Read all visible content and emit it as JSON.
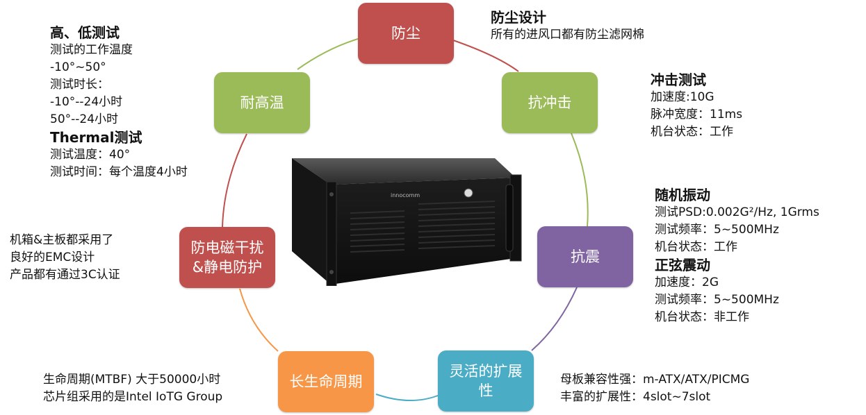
{
  "center": {
    "brand": "innocomm",
    "image": "4U rackmount industrial PC chassis"
  },
  "nodes": [
    {
      "id": "dust",
      "label": "防尘",
      "color": "#c0504d"
    },
    {
      "id": "shock",
      "label": "抗冲击",
      "color": "#9bbb59"
    },
    {
      "id": "vib",
      "label": "抗震",
      "color": "#8064a2"
    },
    {
      "id": "exp",
      "label": "灵活的扩展\n性",
      "color": "#4bacc6"
    },
    {
      "id": "life",
      "label": "长生命周期",
      "color": "#f79646"
    },
    {
      "id": "emc",
      "label": "防电磁干扰\n&静电防护",
      "color": "#c0504d"
    },
    {
      "id": "temp",
      "label": "耐高温",
      "color": "#9bbb59"
    }
  ],
  "arc_colors": {
    "dust_shock": "#c0504d",
    "shock_vib": "#9bbb59",
    "vib_exp": "#8064a2",
    "exp_life": "#4bacc6",
    "life_emc": "#f79646",
    "emc_temp": "#c0504d",
    "temp_dust": "#9bbb59"
  },
  "texts": {
    "dust": {
      "heading": "防尘设计",
      "lines": [
        "所有的进风口都有防尘滤网棉"
      ]
    },
    "shock": {
      "heading": "冲击测试",
      "lines": [
        "加速度:10G",
        "脉冲宽度：11ms",
        "机台状态：工作"
      ]
    },
    "vib": {
      "heading1": "随机振动",
      "lines1": [
        "测试PSD:0.002G²/Hz, 1Grms",
        "测试频率：5~500MHz",
        "机台状态：工作"
      ],
      "heading2": "正弦震动",
      "lines2": [
        "加速度：2G",
        "测试频率：5~500MHz",
        "机台状态：非工作"
      ]
    },
    "exp": {
      "lines": [
        "母板兼容性强：m-ATX/ATX/PICMG",
        "丰富的扩展性：4slot~7slot"
      ]
    },
    "life": {
      "lines": [
        "生命周期(MTBF) 大于50000小时",
        "芯片组采用的是Intel IoTG Group"
      ]
    },
    "emc": {
      "lines": [
        "机箱&主板都采用了",
        "良好的EMC设计",
        "产品都有通过3C认证"
      ]
    },
    "temp": {
      "heading1": "高、低测试",
      "lines1": [
        "测试的工作温度",
        "-10°~50°",
        "测试时长：",
        "-10°--24小时",
        "50°--24小时"
      ],
      "heading2": "Thermal测试",
      "lines2": [
        "测试温度：40°",
        "测试时间：每个温度4小时"
      ]
    }
  }
}
